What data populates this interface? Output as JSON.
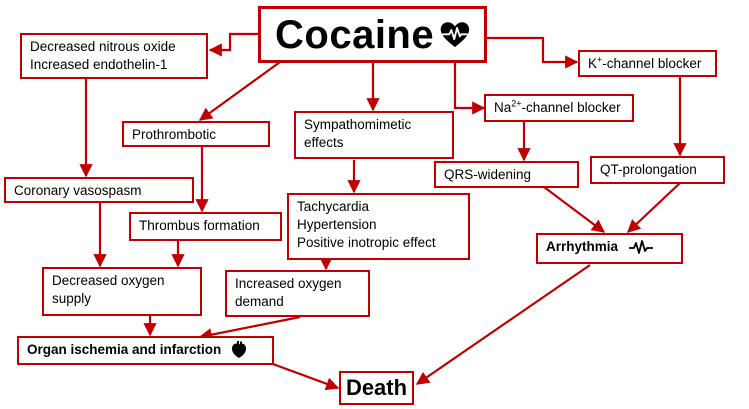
{
  "title": "Cocaine",
  "nodes": {
    "no_endothelin": [
      "Decreased nitrous oxide",
      "Increased endothelin-1"
    ],
    "prothrombotic": "Prothrombotic",
    "sympathomimetic": [
      "Sympathomimetic",
      "effects"
    ],
    "na_blocker": {
      "prefix": "Na",
      "sup": "2+",
      "rest": "-channel blocker"
    },
    "k_blocker": {
      "prefix": "K",
      "sup": "+",
      "rest": "-channel blocker"
    },
    "coronary_vasospasm": "Coronary vasospasm",
    "thrombus_formation": "Thrombus formation",
    "tachy_group": [
      "Tachycardia",
      "Hypertension",
      "Positive inotropic effect"
    ],
    "qrs_widening": "QRS-widening",
    "qt_prolongation": "QT-prolongation",
    "arrhythmia": "Arrhythmia",
    "decreased_oxygen": [
      "Decreased oxygen",
      "supply"
    ],
    "increased_oxygen": [
      "Increased oxygen",
      "demand"
    ],
    "organ_ischemia": "Organ ischemia and infarction",
    "death": "Death"
  },
  "colors": {
    "accent": "#c00000",
    "icon": "#000000"
  },
  "icons": [
    "heart-pulse-icon",
    "ecg-wave-icon",
    "anatomical-heart-icon"
  ]
}
